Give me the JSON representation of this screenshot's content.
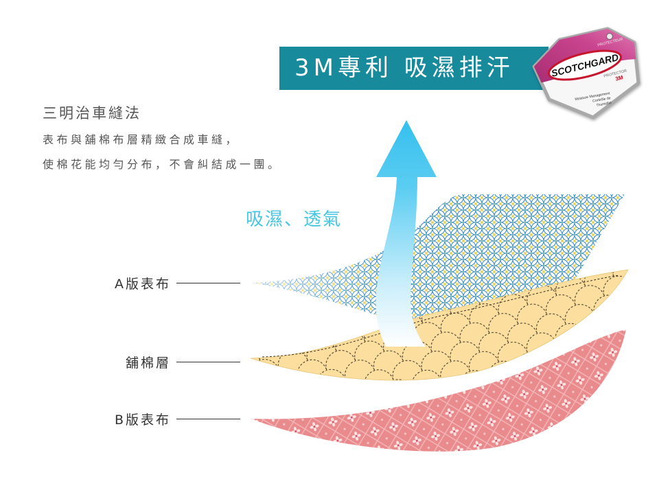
{
  "banner": {
    "title": "3M專利 吸濕排汗"
  },
  "badge": {
    "top_text": "PROTECTEUR",
    "brand": "SCOTCHGARD",
    "bottom_text": "PROTECTOR",
    "maker": "3M",
    "tagline": [
      "Moisture Management",
      "Contrôle de",
      "l'humidité"
    ]
  },
  "intro": {
    "title": "三明治車縫法",
    "lines": [
      "表布與舖棉布層精緻合成車縫，",
      "使棉花能均勻分布，不會糾結成一團。"
    ]
  },
  "arrow": {
    "label": "吸濕、透氣",
    "icon": "up-arrow-icon"
  },
  "layers": [
    {
      "label": "A版表布"
    },
    {
      "label": "舖棉層"
    },
    {
      "label": "B版表布"
    }
  ],
  "colors": {
    "banner": "#178a9c",
    "arrow": "#35c0ee",
    "arrow_label": "#46c6e4",
    "a_layer_line": "#3b8fcb",
    "padding_layer": "#fcdf9f",
    "b_layer": "#e98b8d"
  }
}
